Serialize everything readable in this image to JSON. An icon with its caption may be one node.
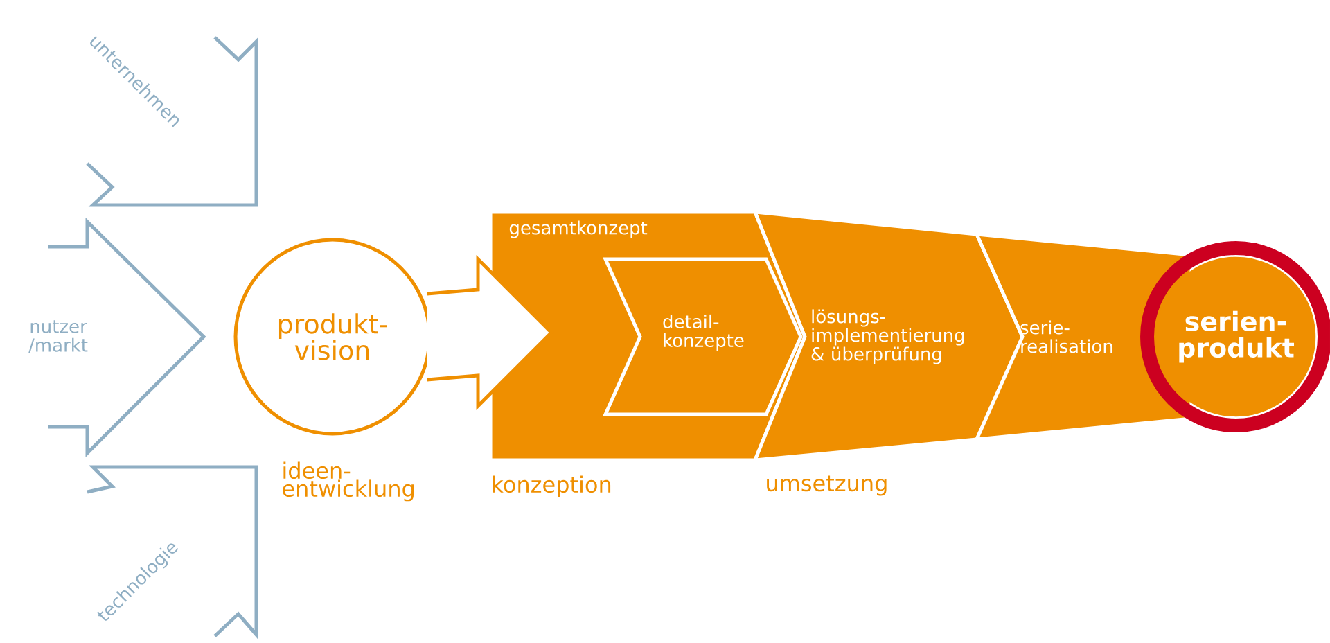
{
  "diagram": {
    "nodes": [
      {
        "text": [
          "unternehmen"
        ]
      },
      {
        "text": [
          "nutzer /markt"
        ]
      },
      {
        "text": [
          "technologie"
        ]
      },
      {
        "text": [
          "produkt- vision"
        ],
        "beside": [
          "ideen- entwicklung"
        ]
      },
      {
        "text": [
          "gesamtkonzept"
        ],
        "beside": [
          "konzeption"
        ]
      },
      {
        "text": [
          "detail- konzepte"
        ],
        "in": 4
      },
      {
        "text": [
          "lösungs- implementierung & überprüfung"
        ]
      },
      {
        "text": [
          "serie- realisation"
        ]
      },
      {
        "text": [
          "serien- produkt"
        ]
      }
    ],
    "edges": [
      {
        "from": 3,
        "to": 4,
        "arrow": "to"
      }
    ],
    "labels": [
      "umsetzung"
    ]
  }
}
